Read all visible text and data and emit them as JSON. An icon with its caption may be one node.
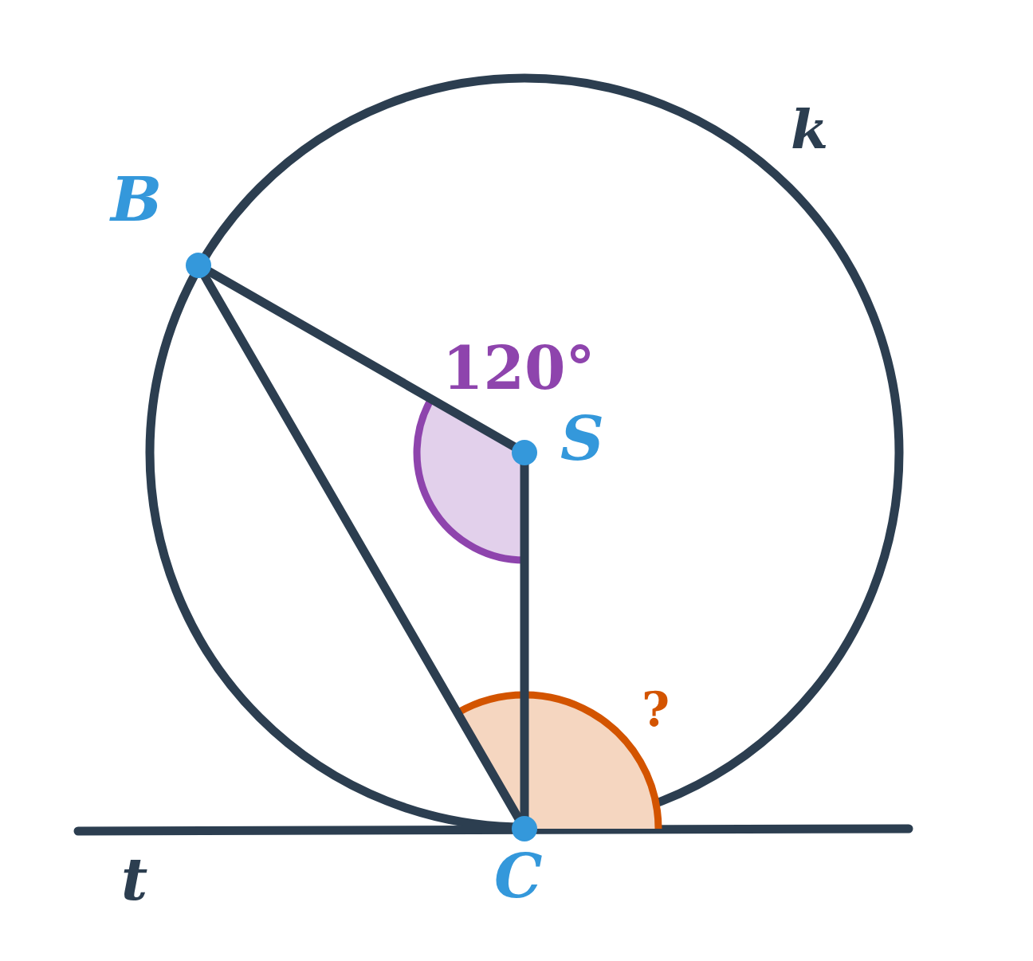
{
  "diagram": {
    "nodes": [
      {
        "text": [
          "B"
        ]
      },
      {
        "text": [
          "S"
        ]
      },
      {
        "text": [
          "C"
        ]
      }
    ],
    "edges": [
      {
        "from": 0,
        "to": 1,
        "arrow": "none"
      },
      {
        "from": 1,
        "to": 2,
        "arrow": "none"
      },
      {
        "from": 0,
        "to": 2,
        "arrow": "none"
      }
    ],
    "labels": [
      "k",
      "120°",
      "?",
      "t"
    ]
  }
}
